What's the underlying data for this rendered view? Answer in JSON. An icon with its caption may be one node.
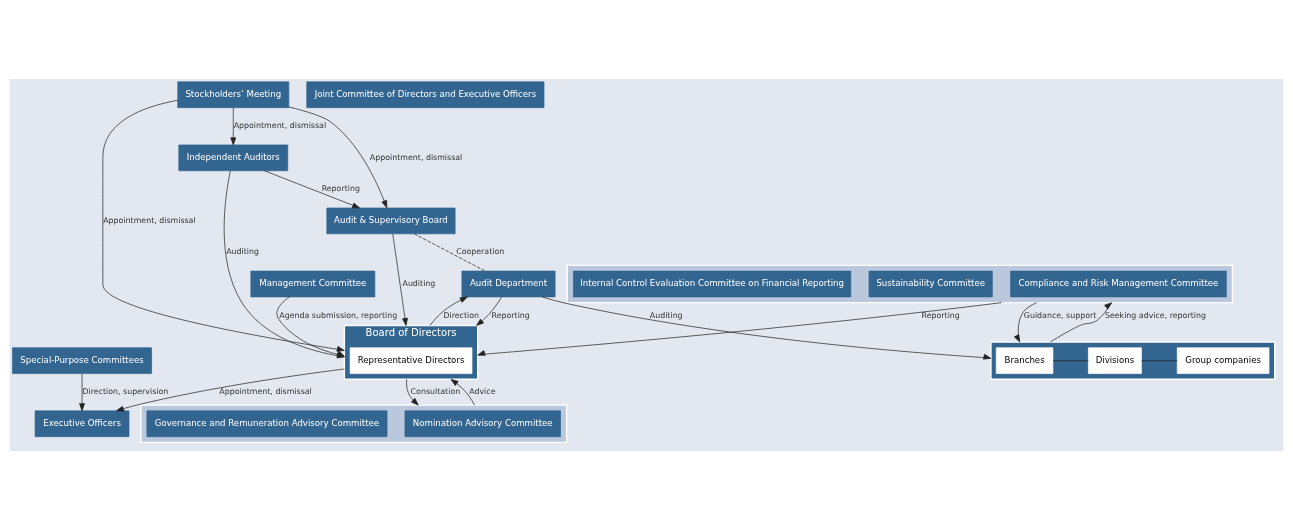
{
  "diagram": {
    "nodes": [
      {
        "text": [
          "Stockholders’ Meeting"
        ]
      },
      {
        "text": [
          "Audit & Supervisory Board"
        ]
      },
      {
        "text": [
          "Audit Department"
        ]
      },
      {
        "text": [
          "Independent Auditors"
        ]
      },
      {
        "text": [
          "Board of Directors"
        ]
      },
      {
        "text": [
          "Representative Directors"
        ],
        "in": 4
      },
      {
        "text": [
          "Management Committee"
        ]
      },
      {
        "text": [
          "Special-Purpose Committees"
        ]
      },
      {
        "text": [
          "Executive Officers"
        ]
      },
      {
        "text": [
          "Joint Committee of Directors and Executive Officers"
        ]
      },
      {
        "text": [],
        "shape": "box"
      },
      {
        "text": [
          "Nomination Advisory Committee"
        ],
        "in": 10
      },
      {
        "text": [
          "Governance and Remuneration Advisory Committee"
        ],
        "in": 10
      },
      {
        "text": [],
        "shape": "box"
      },
      {
        "text": [
          "Compliance and Risk Management Committee"
        ],
        "in": 13
      },
      {
        "text": [
          "Sustainability Committee"
        ],
        "in": 13
      },
      {
        "text": [
          "Internal Control Evaluation Committee on Financial Reporting"
        ],
        "in": 13
      },
      {
        "text": [],
        "shape": "bar"
      },
      {
        "text": [
          "Branches"
        ],
        "in": 17
      },
      {
        "text": [
          "Divisions"
        ],
        "in": 17
      },
      {
        "text": [
          "Group companies"
        ],
        "in": 17
      }
    ],
    "edges": [
      {
        "from": 0,
        "to": 3,
        "arrow": "to",
        "label": "Appointment, dismissal"
      },
      {
        "from": 0,
        "to": 1,
        "arrow": "to",
        "label": "Appointment, dismissal"
      },
      {
        "from": 0,
        "to": 4,
        "arrow": "to",
        "label": "Appointment, dismissal"
      },
      {
        "from": 1,
        "to": 4,
        "arrow": "to",
        "label": "Auditing"
      },
      {
        "from": 1,
        "to": 2,
        "arrow": "none",
        "label": "Cooperation",
        "style": "dashed"
      },
      {
        "from": 2,
        "to": 4,
        "arrow": "to",
        "label": "Reporting"
      },
      {
        "from": 4,
        "to": 2,
        "arrow": "to",
        "label": "Direction"
      },
      {
        "from": 3,
        "to": 1,
        "arrow": "to",
        "label": "Reporting"
      },
      {
        "from": 3,
        "to": 4,
        "arrow": "to",
        "label": "Auditing"
      },
      {
        "from": 2,
        "to": 17,
        "arrow": "to",
        "label": "Auditing"
      },
      {
        "from": 4,
        "to": 10,
        "arrow": "to",
        "label": "Consultation"
      },
      {
        "from": 10,
        "to": 4,
        "arrow": "to",
        "label": "Advice"
      },
      {
        "from": 13,
        "to": 4,
        "arrow": "to",
        "label": "Reporting"
      },
      {
        "from": 6,
        "to": 4,
        "arrow": "to",
        "label": "Agenda submission, reporting"
      },
      {
        "from": 4,
        "to": 8,
        "arrow": "to",
        "label": "Appointment, dismissal"
      },
      {
        "from": 7,
        "to": 8,
        "arrow": "to",
        "label": "Direction, supervision"
      },
      {
        "from": 13,
        "to": 17,
        "arrow": "to",
        "label": "Guidance, support"
      },
      {
        "from": 17,
        "to": 13,
        "arrow": "to",
        "label": "Seeking advice, reporting"
      },
      {
        "from": 18,
        "to": 19,
        "arrow": "none"
      },
      {
        "from": 19,
        "to": 20,
        "arrow": "none"
      }
    ]
  }
}
